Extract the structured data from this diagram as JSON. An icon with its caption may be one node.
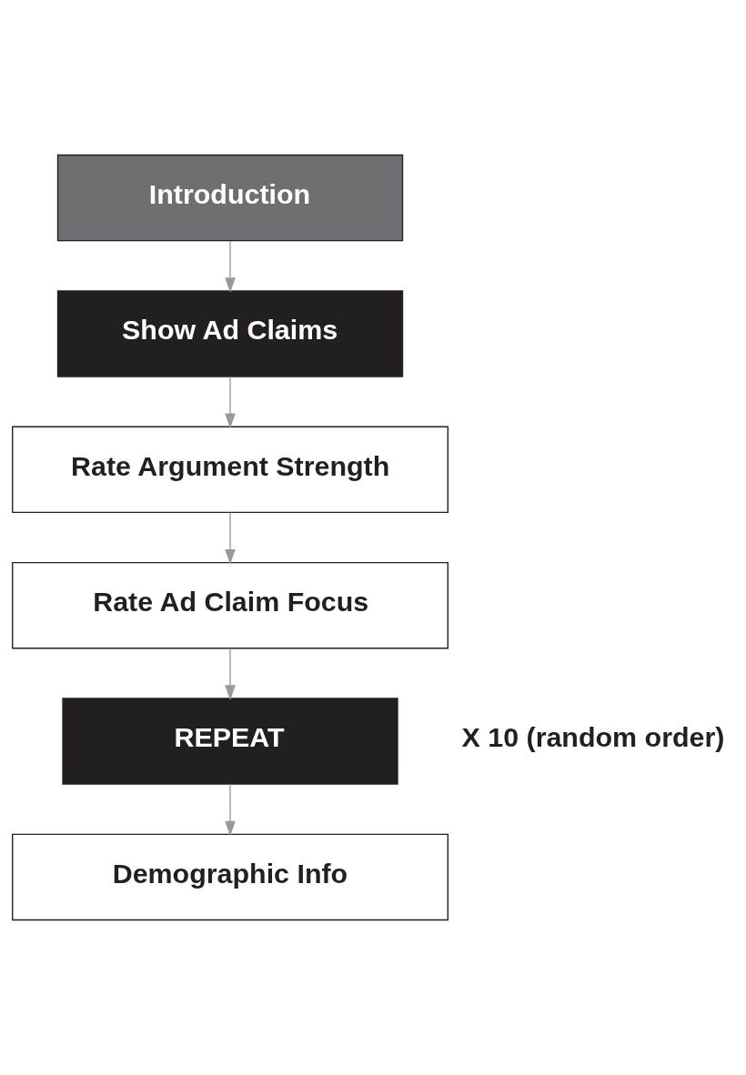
{
  "diagram": {
    "nodes": [
      {
        "text": [
          "Introduction"
        ]
      },
      {
        "text": [
          "Show Ad Claims"
        ]
      },
      {
        "text": [
          "Rate Argument Strength"
        ]
      },
      {
        "text": [
          "Rate Ad Claim Focus"
        ]
      },
      {
        "text": [
          "REPEAT"
        ],
        "beside": [
          "X 10 (random order)"
        ]
      },
      {
        "text": [
          "Demographic Info"
        ]
      }
    ],
    "edges": [
      {
        "from": 0,
        "to": 1,
        "arrow": "to"
      },
      {
        "from": 1,
        "to": 2,
        "arrow": "to"
      },
      {
        "from": 2,
        "to": 3,
        "arrow": "to"
      },
      {
        "from": 3,
        "to": 4,
        "arrow": "to"
      },
      {
        "from": 4,
        "to": 5,
        "arrow": "to"
      }
    ]
  }
}
